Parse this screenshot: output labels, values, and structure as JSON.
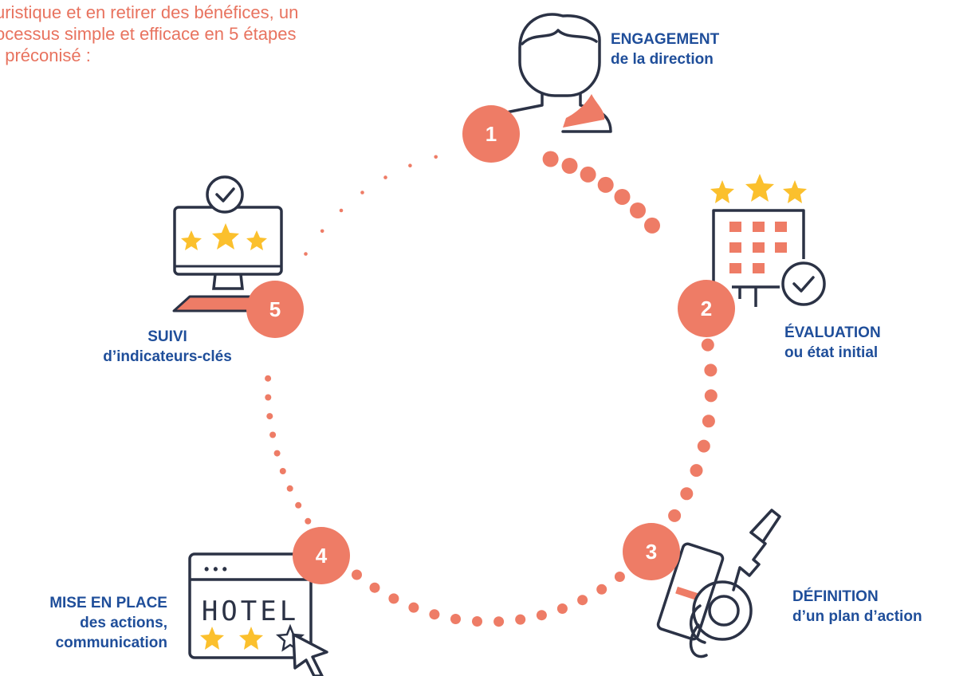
{
  "intro": {
    "line1": "uristique et en retirer des bénéfices, un",
    "line2": "ocessus simple et efficace en 5 étapes",
    "line3": "t préconisé :"
  },
  "steps": [
    {
      "number": "1",
      "title": "ENGAGEMENT",
      "subtitle": "de la direction",
      "icon": "person-icon"
    },
    {
      "number": "2",
      "title": "ÉVALUATION",
      "subtitle": "ou état initial",
      "icon": "hotel-building-icon"
    },
    {
      "number": "3",
      "title": "DÉFINITION",
      "subtitle": "d’un plan d’action",
      "icon": "keycard-icon"
    },
    {
      "number": "4",
      "title": "MISE EN PLACE",
      "subtitle": "des actions,",
      "subtitle2": "communication",
      "icon": "hotel-website-icon"
    },
    {
      "number": "5",
      "title": "SUIVI",
      "subtitle": "d’indicateurs-clés",
      "icon": "monitor-rating-icon"
    }
  ],
  "website_text": "HOTEL",
  "website_dots": "• • •",
  "colors": {
    "accent": "#ee7c66",
    "label": "#1f4e9a",
    "star": "#fbc02d",
    "stroke": "#2b3245"
  }
}
